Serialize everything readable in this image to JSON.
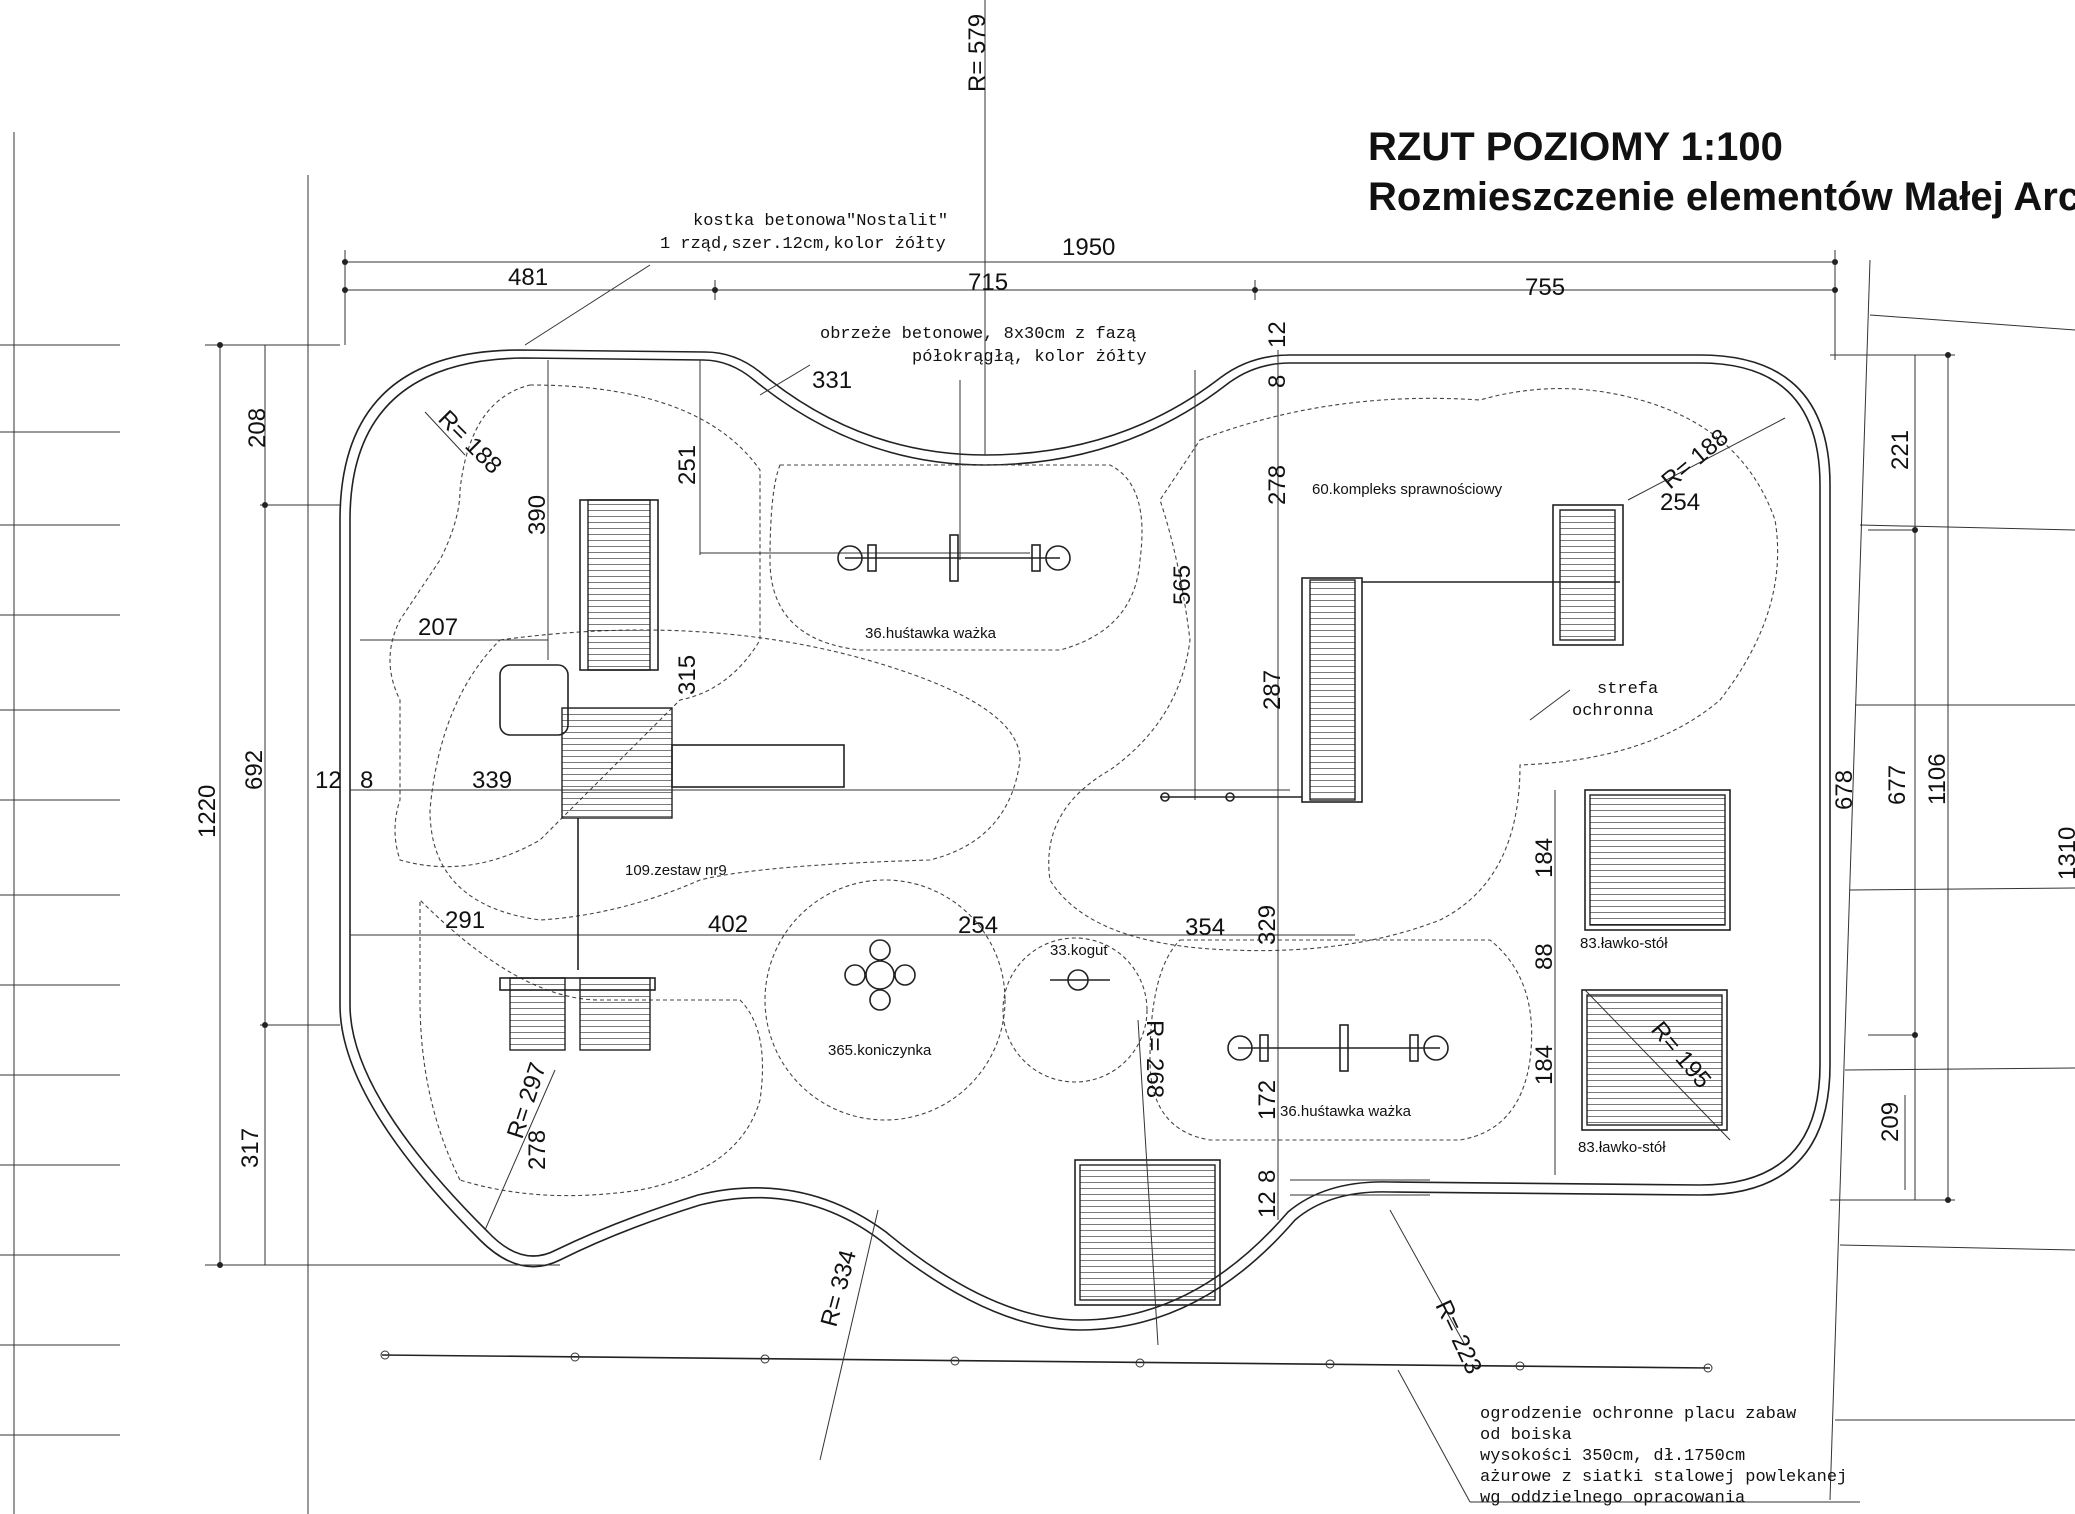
{
  "title": {
    "line1": "RZUT POZIOMY  1:100",
    "line2": "Rozmieszczenie elementów Małej Arch"
  },
  "notes": {
    "kostka_line1": "kostka betonowa\"Nostalit\"",
    "kostka_line2": "1 rząd,szer.12cm,kolor żółty",
    "obrzeze_line1": "obrzeże betonowe, 8x30cm z fazą",
    "obrzeze_line2": "półokrągłą, kolor żółty",
    "strefa_line1": "strefa",
    "strefa_line2": "ochronna",
    "ogrodzenie_1": "ogrodzenie ochronne placu zabaw",
    "ogrodzenie_2": "od boiska",
    "ogrodzenie_3": "wysokości 350cm, dł.1750cm",
    "ogrodzenie_4": "ażurowe z siatki stalowej powlekanej",
    "ogrodzenie_5": "wg oddzielnego opracowania"
  },
  "equipment": {
    "hustawka_1": "36.huśtawka ważka",
    "hustawka_2": "36.huśtawka ważka",
    "kompleks": "60.kompleks sprawnościowy",
    "zestaw": "109.zestaw nr9",
    "kogut": "33.kogut",
    "koniczynka": "365.koniczynka",
    "lawko_1": "83.ławko-stół",
    "lawko_2": "83.ławko-stół"
  },
  "dimensions": {
    "d1950": "1950",
    "d481": "481",
    "d715": "715",
    "d755": "755",
    "d331": "331",
    "d12a": "12",
    "d8a": "8",
    "d278a": "278",
    "d565": "565",
    "d287": "287",
    "d251": "251",
    "d315": "315",
    "d390": "390",
    "d208": "208",
    "d207": "207",
    "d12b": "12",
    "d8b": "8",
    "d339": "339",
    "d692": "692",
    "d1220": "1220",
    "d291": "291",
    "d402": "402",
    "d254a": "254",
    "d354": "354",
    "d329": "329",
    "d317": "317",
    "d278b": "278",
    "d172": "172",
    "d8c": "8",
    "d12c": "12",
    "d221": "221",
    "d254b": "254",
    "d184a": "184",
    "d88": "88",
    "d184b": "184",
    "d209": "209",
    "d678": "678",
    "d677": "677",
    "d1106": "1106",
    "d1310": "1310"
  },
  "radii": {
    "r579": "R= 579",
    "r188a": "R= 188",
    "r188b": "R= 188",
    "r297": "R= 297",
    "r268": "R= 268",
    "r334": "R= 334",
    "r223": "R= 223",
    "r195": "R= 195"
  }
}
